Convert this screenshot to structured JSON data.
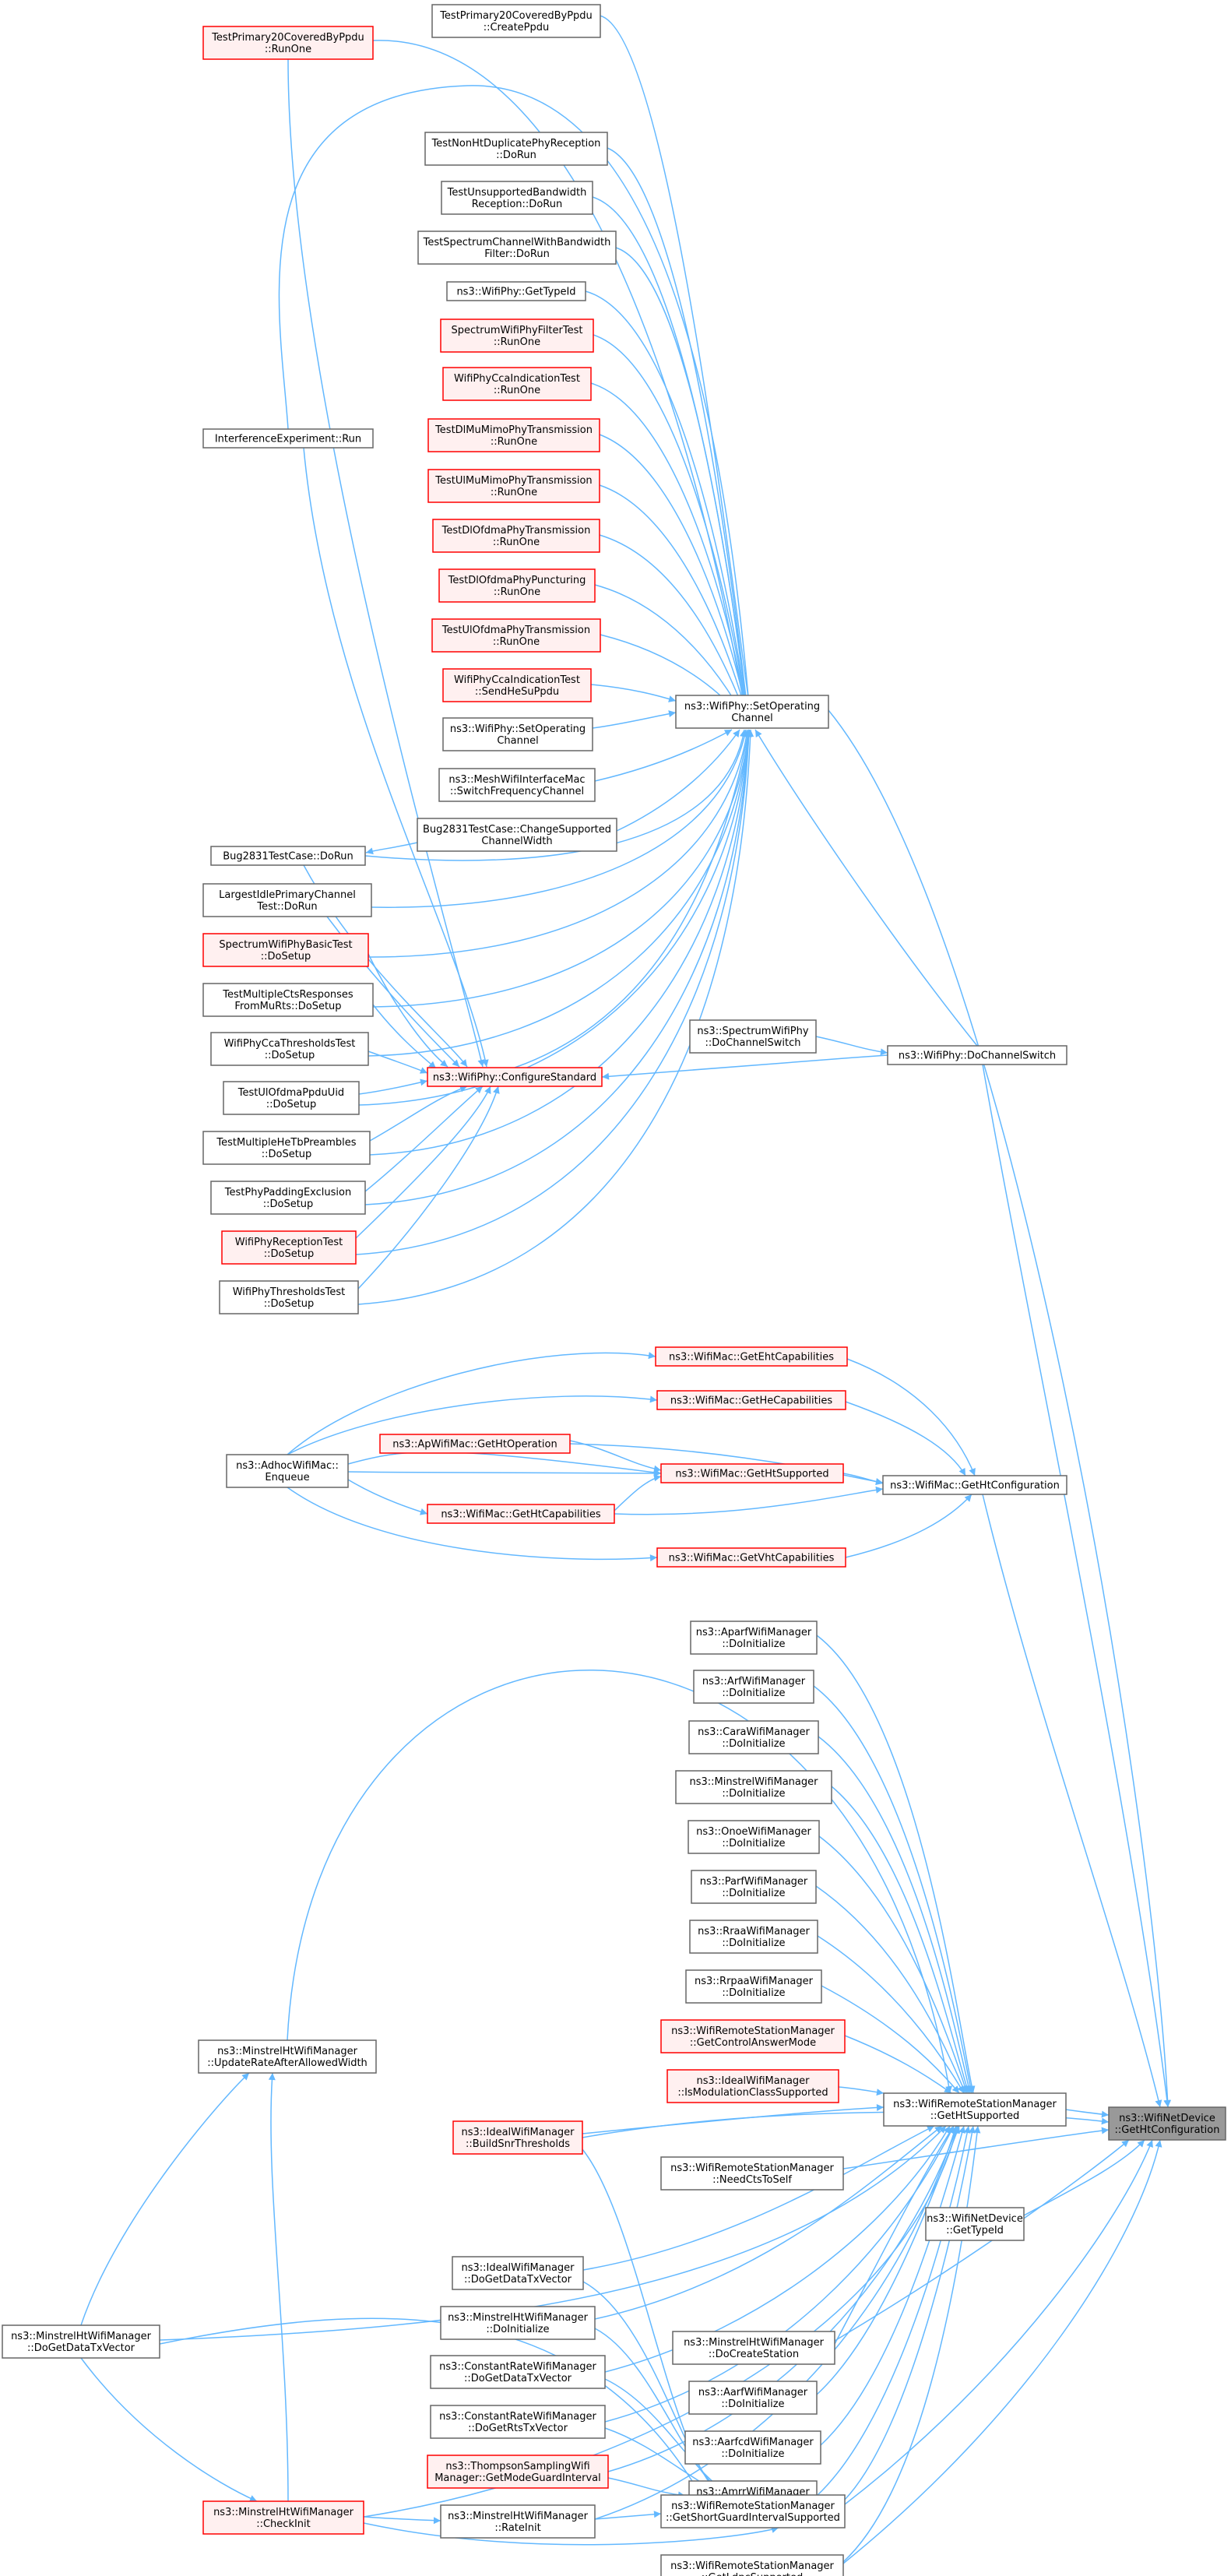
{
  "colors": {
    "edge": "#63b8ff",
    "normal_border": "#666666",
    "normal_fill": "#ffffff",
    "truncated_border": "#ff0000",
    "truncated_fill": "#fff0f0",
    "root_fill": "#999999",
    "root_border": "#666666"
  },
  "nodes": [
    {
      "id": "tp20create",
      "lines": [
        "TestPrimary20CoveredByPpdu",
        "::CreatePpdu"
      ],
      "style": "normal"
    },
    {
      "id": "tp20run",
      "lines": [
        "TestPrimary20CoveredByPpdu",
        "::RunOne"
      ],
      "style": "truncated"
    },
    {
      "id": "nonht",
      "lines": [
        "TestNonHtDuplicatePhyReception",
        "::DoRun"
      ],
      "style": "normal"
    },
    {
      "id": "unsupbw",
      "lines": [
        "TestUnsupportedBandwidth",
        "Reception::DoRun"
      ],
      "style": "normal"
    },
    {
      "id": "specchan",
      "lines": [
        "TestSpectrumChannelWithBandwidth",
        "Filter::DoRun"
      ],
      "style": "normal"
    },
    {
      "id": "gettypeidphy",
      "lines": [
        "ns3::WifiPhy::GetTypeId"
      ],
      "style": "normal"
    },
    {
      "id": "specfilter",
      "lines": [
        "SpectrumWifiPhyFilterTest",
        "::RunOne"
      ],
      "style": "truncated"
    },
    {
      "id": "ccaind",
      "lines": [
        "WifiPhyCcaIndicationTest",
        "::RunOne"
      ],
      "style": "truncated"
    },
    {
      "id": "interf",
      "lines": [
        "InterferenceExperiment::Run"
      ],
      "style": "normal"
    },
    {
      "id": "dlmimo",
      "lines": [
        "TestDlMuMimoPhyTransmission",
        "::RunOne"
      ],
      "style": "truncated"
    },
    {
      "id": "ulmimo",
      "lines": [
        "TestUlMuMimoPhyTransmission",
        "::RunOne"
      ],
      "style": "truncated"
    },
    {
      "id": "dlofdma",
      "lines": [
        "TestDlOfdmaPhyTransmission",
        "::RunOne"
      ],
      "style": "truncated"
    },
    {
      "id": "dlpunct",
      "lines": [
        "TestDlOfdmaPhyPuncturing",
        "::RunOne"
      ],
      "style": "truncated"
    },
    {
      "id": "ulofdma",
      "lines": [
        "TestUlOfdmaPhyTransmission",
        "::RunOne"
      ],
      "style": "truncated"
    },
    {
      "id": "ccasend",
      "lines": [
        "WifiPhyCcaIndicationTest",
        "::SendHeSuPpdu"
      ],
      "style": "truncated"
    },
    {
      "id": "setopch2",
      "lines": [
        "ns3::WifiPhy::SetOperating",
        "Channel"
      ],
      "style": "normal"
    },
    {
      "id": "setopch",
      "lines": [
        "ns3::WifiPhy::SetOperating",
        "Channel"
      ],
      "style": "normal"
    },
    {
      "id": "meshsw",
      "lines": [
        "ns3::MeshWifiInterfaceMac",
        "::SwitchFrequencyChannel"
      ],
      "style": "normal"
    },
    {
      "id": "bugchange",
      "lines": [
        "Bug2831TestCase::ChangeSupported",
        "ChannelWidth"
      ],
      "style": "normal"
    },
    {
      "id": "bugdorun",
      "lines": [
        "Bug2831TestCase::DoRun"
      ],
      "style": "normal"
    },
    {
      "id": "largest",
      "lines": [
        "LargestIdlePrimaryChannel",
        "Test::DoRun"
      ],
      "style": "normal"
    },
    {
      "id": "specbasic",
      "lines": [
        "SpectrumWifiPhyBasicTest",
        "::DoSetup"
      ],
      "style": "truncated"
    },
    {
      "id": "multicts",
      "lines": [
        "TestMultipleCtsResponses",
        "FromMuRts::DoSetup"
      ],
      "style": "normal"
    },
    {
      "id": "ccathresh",
      "lines": [
        "WifiPhyCcaThresholdsTest",
        "::DoSetup"
      ],
      "style": "normal"
    },
    {
      "id": "configstd",
      "lines": [
        "ns3::WifiPhy::ConfigureStandard"
      ],
      "style": "truncated"
    },
    {
      "id": "specdoch",
      "lines": [
        "ns3::SpectrumWifiPhy",
        "::DoChannelSwitch"
      ],
      "style": "normal"
    },
    {
      "id": "dochsw",
      "lines": [
        "ns3::WifiPhy::DoChannelSwitch"
      ],
      "style": "normal"
    },
    {
      "id": "ulofdmauid",
      "lines": [
        "TestUlOfdmaPpduUid",
        "::DoSetup"
      ],
      "style": "normal"
    },
    {
      "id": "multihetb",
      "lines": [
        "TestMultipleHeTbPreambles",
        "::DoSetup"
      ],
      "style": "normal"
    },
    {
      "id": "padding",
      "lines": [
        "TestPhyPaddingExclusion",
        "::DoSetup"
      ],
      "style": "normal"
    },
    {
      "id": "phyrecep",
      "lines": [
        "WifiPhyReceptionTest",
        "::DoSetup"
      ],
      "style": "truncated"
    },
    {
      "id": "phythresh",
      "lines": [
        "WifiPhyThresholdsTest",
        "::DoSetup"
      ],
      "style": "normal"
    },
    {
      "id": "getehtcap",
      "lines": [
        "ns3::WifiMac::GetEhtCapabilities"
      ],
      "style": "truncated"
    },
    {
      "id": "gethecap",
      "lines": [
        "ns3::WifiMac::GetHeCapabilities"
      ],
      "style": "truncated"
    },
    {
      "id": "apgethtop",
      "lines": [
        "ns3::ApWifiMac::GetHtOperation"
      ],
      "style": "truncated"
    },
    {
      "id": "adhoc",
      "lines": [
        "ns3::AdhocWifiMac::",
        "Enqueue"
      ],
      "style": "normal"
    },
    {
      "id": "macgethtsup",
      "lines": [
        "ns3::WifiMac::GetHtSupported"
      ],
      "style": "truncated"
    },
    {
      "id": "macgethtconf",
      "lines": [
        "ns3::WifiMac::GetHtConfiguration"
      ],
      "style": "normal"
    },
    {
      "id": "gethtcap",
      "lines": [
        "ns3::WifiMac::GetHtCapabilities"
      ],
      "style": "truncated"
    },
    {
      "id": "getvhtcap",
      "lines": [
        "ns3::WifiMac::GetVhtCapabilities"
      ],
      "style": "truncated"
    },
    {
      "id": "aparf",
      "lines": [
        "ns3::AparfWifiManager",
        "::DoInitialize"
      ],
      "style": "normal"
    },
    {
      "id": "arf",
      "lines": [
        "ns3::ArfWifiManager",
        "::DoInitialize"
      ],
      "style": "normal"
    },
    {
      "id": "cara",
      "lines": [
        "ns3::CaraWifiManager",
        "::DoInitialize"
      ],
      "style": "normal"
    },
    {
      "id": "minstrel",
      "lines": [
        "ns3::MinstrelWifiManager",
        "::DoInitialize"
      ],
      "style": "normal"
    },
    {
      "id": "onoe",
      "lines": [
        "ns3::OnoeWifiManager",
        "::DoInitialize"
      ],
      "style": "normal"
    },
    {
      "id": "parf",
      "lines": [
        "ns3::ParfWifiManager",
        "::DoInitialize"
      ],
      "style": "normal"
    },
    {
      "id": "rraa",
      "lines": [
        "ns3::RraaWifiManager",
        "::DoInitialize"
      ],
      "style": "normal"
    },
    {
      "id": "rrpaa",
      "lines": [
        "ns3::RrpaaWifiManager",
        "::DoInitialize"
      ],
      "style": "normal"
    },
    {
      "id": "getctrlans",
      "lines": [
        "ns3::WifiRemoteStationManager",
        "::GetControlAnswerMode"
      ],
      "style": "truncated"
    },
    {
      "id": "ismodsup",
      "lines": [
        "ns3::IdealWifiManager",
        "::IsModulationClassSupported"
      ],
      "style": "truncated"
    },
    {
      "id": "mhtupdate",
      "lines": [
        "ns3::MinstrelHtWifiManager",
        "::UpdateRateAfterAllowedWidth"
      ],
      "style": "normal"
    },
    {
      "id": "rsmgethtsup",
      "lines": [
        "ns3::WifiRemoteStationManager",
        "::GetHtSupported"
      ],
      "style": "normal"
    },
    {
      "id": "root",
      "lines": [
        "ns3::WifiNetDevice",
        "::GetHtConfiguration"
      ],
      "style": "root"
    },
    {
      "id": "buildsnr",
      "lines": [
        "ns3::IdealWifiManager",
        "::BuildSnrThresholds"
      ],
      "style": "truncated"
    },
    {
      "id": "needcts",
      "lines": [
        "ns3::WifiRemoteStationManager",
        "::NeedCtsToSelf"
      ],
      "style": "normal"
    },
    {
      "id": "netdevtypeid",
      "lines": [
        "ns3::WifiNetDevice",
        "::GetTypeId"
      ],
      "style": "normal"
    },
    {
      "id": "idealdoget",
      "lines": [
        "ns3::IdealWifiManager",
        "::DoGetDataTxVector"
      ],
      "style": "normal"
    },
    {
      "id": "mhtdoinit",
      "lines": [
        "ns3::MinstrelHtWifiManager",
        "::DoInitialize"
      ],
      "style": "normal"
    },
    {
      "id": "mhtdoget",
      "lines": [
        "ns3::MinstrelHtWifiManager",
        "::DoGetDataTxVector"
      ],
      "style": "normal"
    },
    {
      "id": "mhtdocreate",
      "lines": [
        "ns3::MinstrelHtWifiManager",
        "::DoCreateStation"
      ],
      "style": "normal"
    },
    {
      "id": "crdata",
      "lines": [
        "ns3::ConstantRateWifiManager",
        "::DoGetDataTxVector"
      ],
      "style": "normal"
    },
    {
      "id": "aarf",
      "lines": [
        "ns3::AarfWifiManager",
        "::DoInitialize"
      ],
      "style": "normal"
    },
    {
      "id": "crrts",
      "lines": [
        "ns3::ConstantRateWifiManager",
        "::DoGetRtsTxVector"
      ],
      "style": "normal"
    },
    {
      "id": "aarfcd",
      "lines": [
        "ns3::AarfcdWifiManager",
        "::DoInitialize"
      ],
      "style": "normal"
    },
    {
      "id": "thompson",
      "lines": [
        "ns3::ThompsonSamplingWifi",
        "Manager::GetModeGuardInterval"
      ],
      "style": "truncated"
    },
    {
      "id": "amrr",
      "lines": [
        "ns3::AmrrWifiManager",
        "::DoInitialize"
      ],
      "style": "normal"
    },
    {
      "id": "mhtcheck",
      "lines": [
        "ns3::MinstrelHtWifiManager",
        "::CheckInit"
      ],
      "style": "truncated"
    },
    {
      "id": "mhtrateinit",
      "lines": [
        "ns3::MinstrelHtWifiManager",
        "::RateInit"
      ],
      "style": "normal"
    },
    {
      "id": "getsgi",
      "lines": [
        "ns3::WifiRemoteStationManager",
        "::GetShortGuardIntervalSupported"
      ],
      "style": "normal"
    },
    {
      "id": "getldpc",
      "lines": [
        "ns3::WifiRemoteStationManager",
        "::GetLdpcSupported"
      ],
      "style": "normal"
    }
  ]
}
